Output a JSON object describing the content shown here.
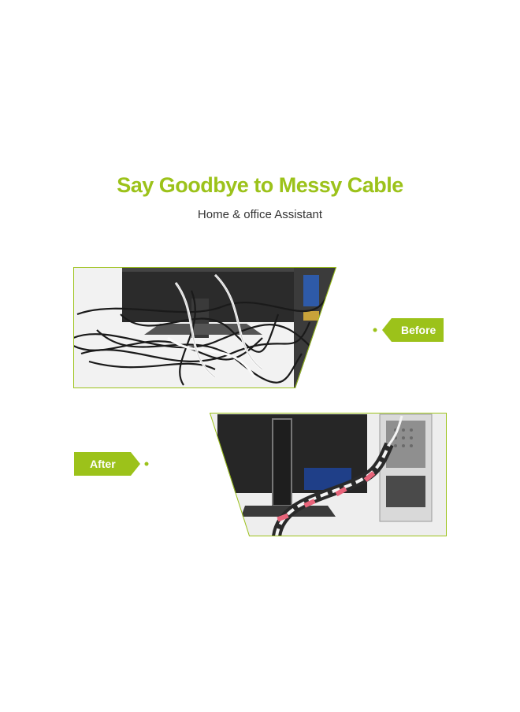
{
  "header": {
    "title": "Say Goodbye to Messy Cable",
    "subtitle": "Home & office Assistant"
  },
  "labels": {
    "before": "Before",
    "after": "After"
  },
  "colors": {
    "accent": "#9cc21a",
    "text": "#333333",
    "background": "#ffffff",
    "velcro_tie": "#e8647a"
  },
  "images": {
    "before": "messy-cables-photo",
    "after": "organized-cables-photo"
  }
}
